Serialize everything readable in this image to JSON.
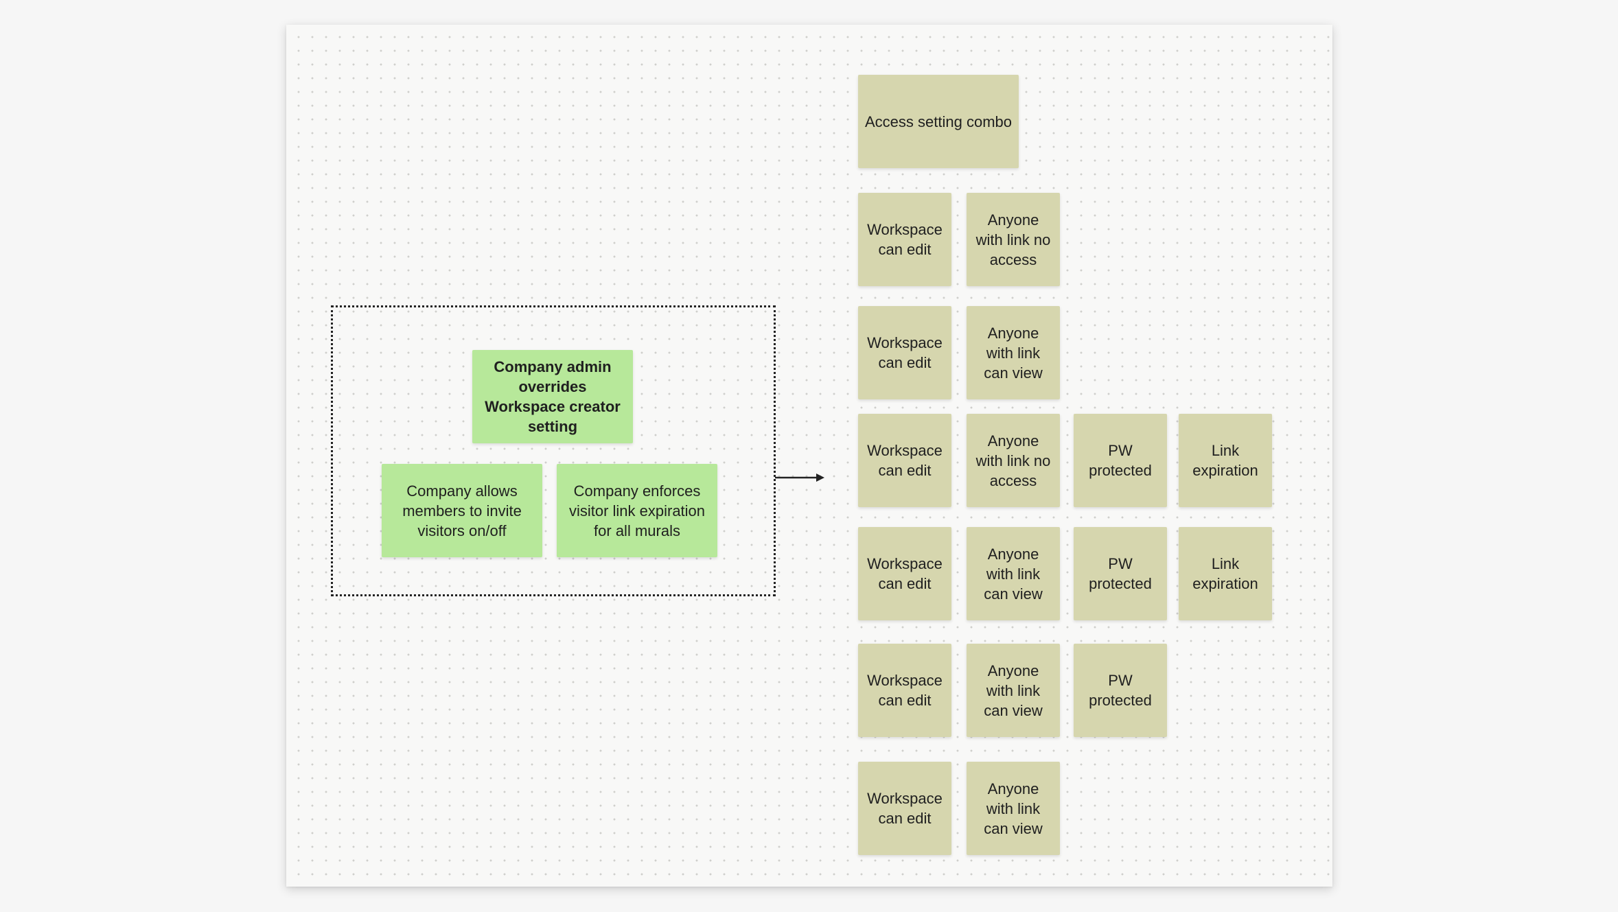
{
  "colors": {
    "page_background": "#f6f6f6",
    "canvas_background": "#f8f8f7",
    "tan_note": "#d6d6ae",
    "green_note": "#b7e89a",
    "frame_border": "#222222"
  },
  "left_group": {
    "title_note": "Company admin overrides Workspace creator setting",
    "note_invite": "Company allows members to invite visitors on/off",
    "note_expiration": "Company enforces visitor link expiration for all murals"
  },
  "header_note": "Access setting combo",
  "rows": [
    {
      "workspace": "Workspace can edit",
      "anyone": "Anyone with link no access"
    },
    {
      "workspace": "Workspace can edit",
      "anyone": "Anyone with link can view"
    },
    {
      "workspace": "Workspace can edit",
      "anyone": "Anyone with link no access",
      "pw": "PW protected",
      "link": "Link expiration"
    },
    {
      "workspace": "Workspace can edit",
      "anyone": "Anyone with link can view",
      "pw": "PW protected",
      "link": "Link expiration"
    },
    {
      "workspace": "Workspace can edit",
      "anyone": "Anyone with link can view",
      "pw": "PW protected"
    },
    {
      "workspace": "Workspace can edit",
      "anyone": "Anyone with link can view"
    }
  ]
}
